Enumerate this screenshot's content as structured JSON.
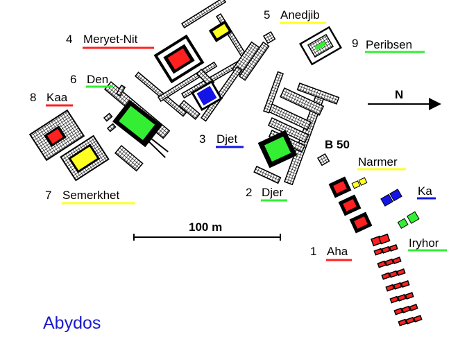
{
  "title": {
    "text": "Abydos",
    "color": "#1a1ad0"
  },
  "compass": {
    "label": "N"
  },
  "scale_bar": {
    "label": "100 m"
  },
  "colors": {
    "red": "#ff2020",
    "yellow": "#ffff22",
    "green": "#33ee33",
    "blue": "#1414e6"
  },
  "tombs": [
    {
      "number": "5",
      "name": "Anedjib",
      "color": "#ffff22"
    },
    {
      "number": "4",
      "name": "Meryet-Nit",
      "color": "#ff2020"
    },
    {
      "number": "9",
      "name": "Peribsen",
      "color": "#33ee33"
    },
    {
      "number": "6",
      "name": "Den",
      "color": "#33ee33"
    },
    {
      "number": "8",
      "name": "Kaa",
      "color": "#ff2020"
    },
    {
      "number": "3",
      "name": "Djet",
      "color": "#1414e6"
    },
    {
      "number": "7",
      "name": "Semerkhet",
      "color": "#ffff22"
    },
    {
      "number": "2",
      "name": "Djer",
      "color": "#33ee33"
    },
    {
      "number": "1",
      "name": "Aha",
      "color": "#ff2020"
    },
    {
      "number": "",
      "name": "Narmer",
      "color": "#ffff22"
    },
    {
      "number": "",
      "name": "Ka",
      "color": "#1414e6"
    },
    {
      "number": "",
      "name": "Iryhor",
      "color": "#33ee33"
    }
  ],
  "other_labels": {
    "b50": "B 50"
  }
}
